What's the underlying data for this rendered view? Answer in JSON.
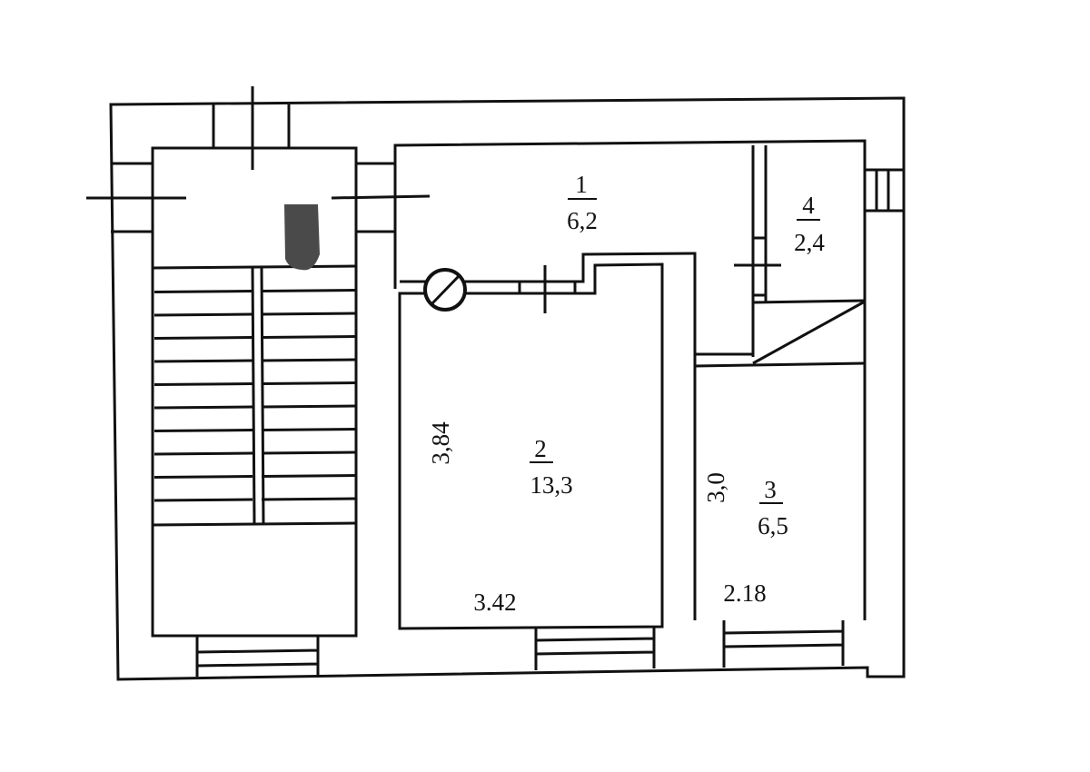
{
  "rooms": [
    {
      "number": "1",
      "area": "6,2"
    },
    {
      "number": "2",
      "area": "13,3"
    },
    {
      "number": "3",
      "area": "6,5"
    },
    {
      "number": "4",
      "area": "2,4"
    }
  ],
  "dimensions": {
    "room2_height": "3,84",
    "room2_width": "3.42",
    "room3_height": "3,0",
    "room3_width": "2.18"
  }
}
